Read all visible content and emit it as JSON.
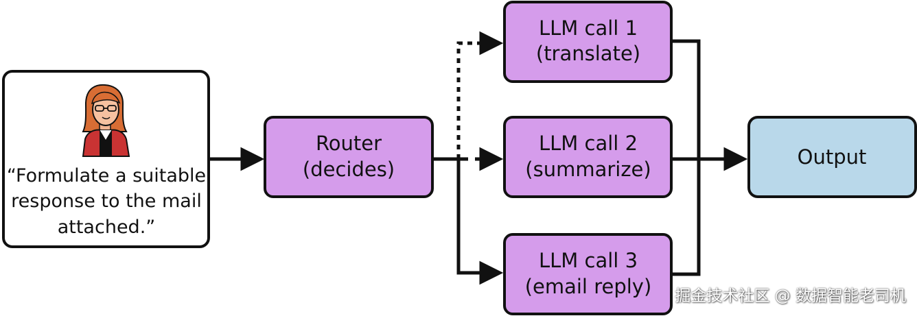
{
  "diagram": {
    "user_prompt": {
      "lines": [
        "“Formulate a suitable",
        "response to the mail",
        "attached.”"
      ]
    },
    "router": {
      "lines": [
        "Router",
        "(decides)"
      ]
    },
    "llm_calls": [
      {
        "lines": [
          "LLM call 1",
          "(translate)"
        ]
      },
      {
        "lines": [
          "LLM call 2",
          "(summarize)"
        ]
      },
      {
        "lines": [
          "LLM call 3",
          "(email reply)"
        ]
      }
    ],
    "output": {
      "label": "Output"
    }
  },
  "watermark": "掘金技术社区 @ 数据智能老司机",
  "colors": {
    "llm_box_fill": "#d59ceb",
    "output_box_fill": "#b9d8ea",
    "user_box_fill": "#ffffff",
    "stroke": "#111111"
  },
  "icons": {
    "person": "person-with-glasses-icon"
  }
}
